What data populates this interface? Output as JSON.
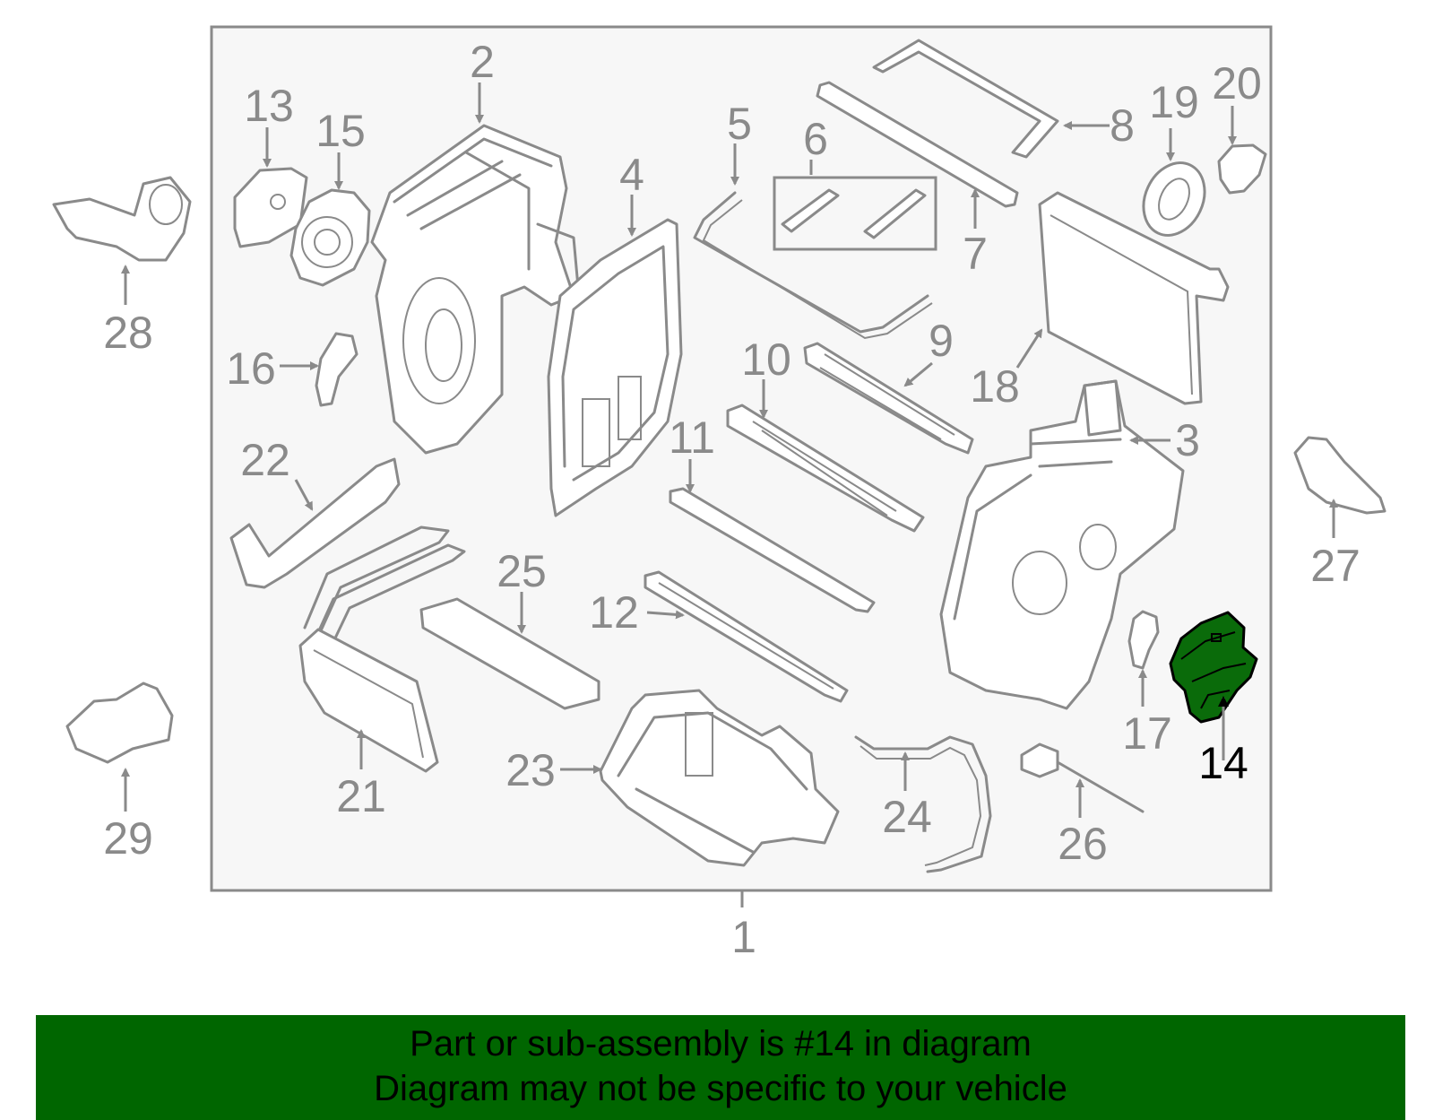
{
  "diagram": {
    "highlighted_part": "14",
    "callouts": [
      "1",
      "2",
      "3",
      "4",
      "5",
      "6",
      "7",
      "8",
      "9",
      "10",
      "11",
      "12",
      "13",
      "14",
      "15",
      "16",
      "17",
      "18",
      "19",
      "20",
      "21",
      "22",
      "23",
      "24",
      "25",
      "26",
      "27",
      "28",
      "29"
    ]
  },
  "banner": {
    "line1": "Part or sub-assembly is #14 in diagram",
    "line2": "Diagram may not be specific to your vehicle"
  },
  "colors": {
    "banner_bg": "#006600",
    "highlight_part": "#0a6b0a",
    "line_gray": "#8a8a8a",
    "panel_bg": "#f7f7f7"
  }
}
